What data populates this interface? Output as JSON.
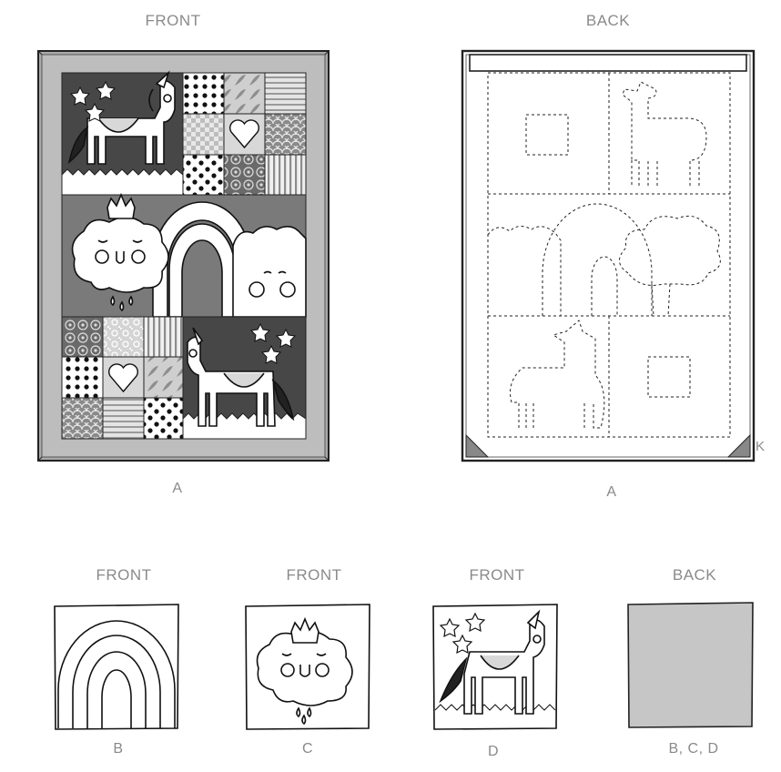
{
  "views": {
    "front_a": {
      "heading": "FRONT",
      "caption": "A"
    },
    "back_a": {
      "heading": "BACK",
      "caption": "A"
    },
    "front_b": {
      "heading": "FRONT",
      "caption": "B"
    },
    "front_c": {
      "heading": "FRONT",
      "caption": "C"
    },
    "front_d": {
      "heading": "FRONT",
      "caption": "D"
    },
    "back_bcd": {
      "heading": "BACK",
      "caption": "B, C, D"
    }
  },
  "colors": {
    "label": "#8a8a8a",
    "outline": "#222222",
    "dark_fill": "#4a4a4a",
    "mid_fill": "#777777",
    "light_fill": "#c8c8c8",
    "panel_grey": "#c6c6c6"
  }
}
